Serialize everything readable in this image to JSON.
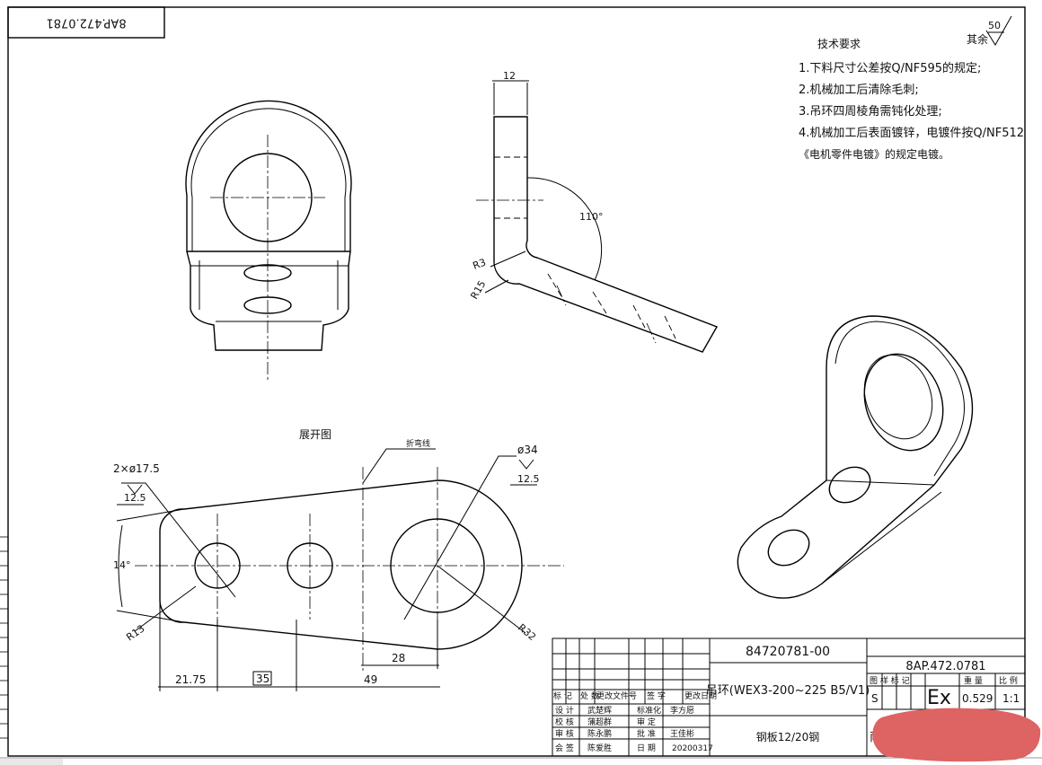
{
  "corner_stamp": "8AP.472.0781",
  "roughness": {
    "label": "其余",
    "value": "50"
  },
  "tech_requirements": {
    "title": "技术要求",
    "items": [
      "1.下料尺寸公差按Q/NF595的规定;",
      "2.机械加工后清除毛刺;",
      "3.吊环四周棱角需钝化处理;",
      "4.机械加工后表面镀锌，电镀件按Q/NF512",
      "《电机零件电镀》的规定电镀。"
    ]
  },
  "side_view": {
    "thickness": "12",
    "angle": "110°",
    "r_inner": "R3",
    "r_outer": "R15"
  },
  "flat_pattern": {
    "title": "展开图",
    "bend_line": "折弯线",
    "holes_note": "2×ø17.5",
    "holes_rough": "12.5",
    "big_hole": "ø34",
    "big_rough": "12.5",
    "angle": "14°",
    "r_left": "R13",
    "r_right": "R32",
    "dim_a": "21.75",
    "dim_b": "35",
    "dim_c": "49",
    "dim_d": "28"
  },
  "title_block": {
    "part_code": "84720781-00",
    "drawing_no": "8AP.472.0781",
    "name": "吊环(WEX3-200~225 B5/V1)",
    "material": "钢板12/20钢",
    "stage": "S",
    "ex_mark": "Ex",
    "weight": "0.529",
    "scale": "1:1",
    "hdr_stage": "图 样 标 记",
    "hdr_weight": "重 量",
    "hdr_scale": "比 例",
    "rev_headers": [
      "标 记",
      "处 数",
      "更改文件号",
      "签 字",
      "更改日期"
    ],
    "rows": [
      [
        "设  计",
        "武楚辉",
        "标准化",
        "李方愿"
      ],
      [
        "校  核",
        "蒲超群",
        "审  定",
        ""
      ],
      [
        "审  核",
        "陈永鹏",
        "批  准",
        "王佳彬"
      ],
      [
        "会  签",
        "陈爱胜",
        "日  期",
        "20200317"
      ]
    ],
    "company_initial": "南"
  }
}
